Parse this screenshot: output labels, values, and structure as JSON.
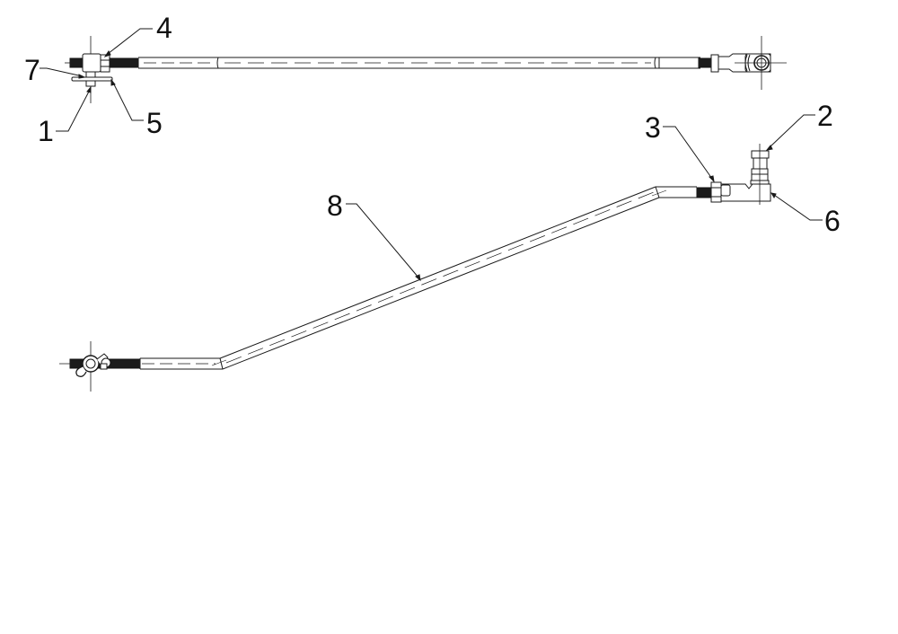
{
  "diagram": {
    "type": "exploded-parts-drawing",
    "views": [
      {
        "name": "top-view",
        "description": "straight rod assembly"
      },
      {
        "name": "side-view",
        "description": "bent rod assembly"
      }
    ],
    "callouts": [
      {
        "id": "1",
        "label": "1"
      },
      {
        "id": "2",
        "label": "2"
      },
      {
        "id": "3",
        "label": "3"
      },
      {
        "id": "4",
        "label": "4"
      },
      {
        "id": "5",
        "label": "5"
      },
      {
        "id": "6",
        "label": "6"
      },
      {
        "id": "7",
        "label": "7"
      },
      {
        "id": "8",
        "label": "8"
      }
    ],
    "colors": {
      "line": "#1a1a1a",
      "background": "#ffffff",
      "thread_fill": "#111111"
    }
  },
  "footer": {
    "text": ""
  }
}
